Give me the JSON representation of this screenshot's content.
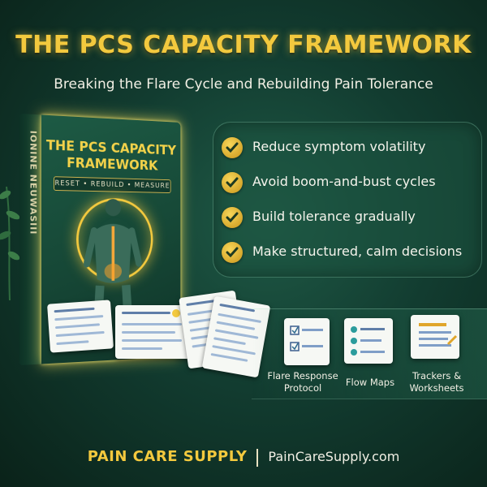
{
  "title": "THE PCS CAPACITY FRAMEWORK",
  "subtitle": "Breaking the Flare Cycle and Rebuilding Pain Tolerance",
  "book": {
    "spine_text": "IONINE NEUWASIII",
    "title_line1": "THE PCS CAPACITY",
    "title_line2": "FRAMEWORK",
    "tagline": "RESET • REBUILD • MEASURE"
  },
  "checklist": [
    "Reduce symptom volatility",
    "Avoid boom-and-bust cycles",
    "Build tolerance gradually",
    "Make structured, calm decisions"
  ],
  "resources": [
    {
      "label_line1": "Flare Response",
      "label_line2": "Protocol",
      "icon": "checklist-clipboard-icon"
    },
    {
      "label_line1": "Flow Maps",
      "label_line2": "",
      "icon": "flow-list-card-icon"
    },
    {
      "label_line1": "Trackers &",
      "label_line2": "Worksheets",
      "icon": "worksheet-icon"
    }
  ],
  "footer": {
    "brand": "PAIN CARE SUPPLY",
    "site": "PainCareSupply.com"
  },
  "colors": {
    "accent_gold": "#f3c93e",
    "background": "#123c30"
  }
}
